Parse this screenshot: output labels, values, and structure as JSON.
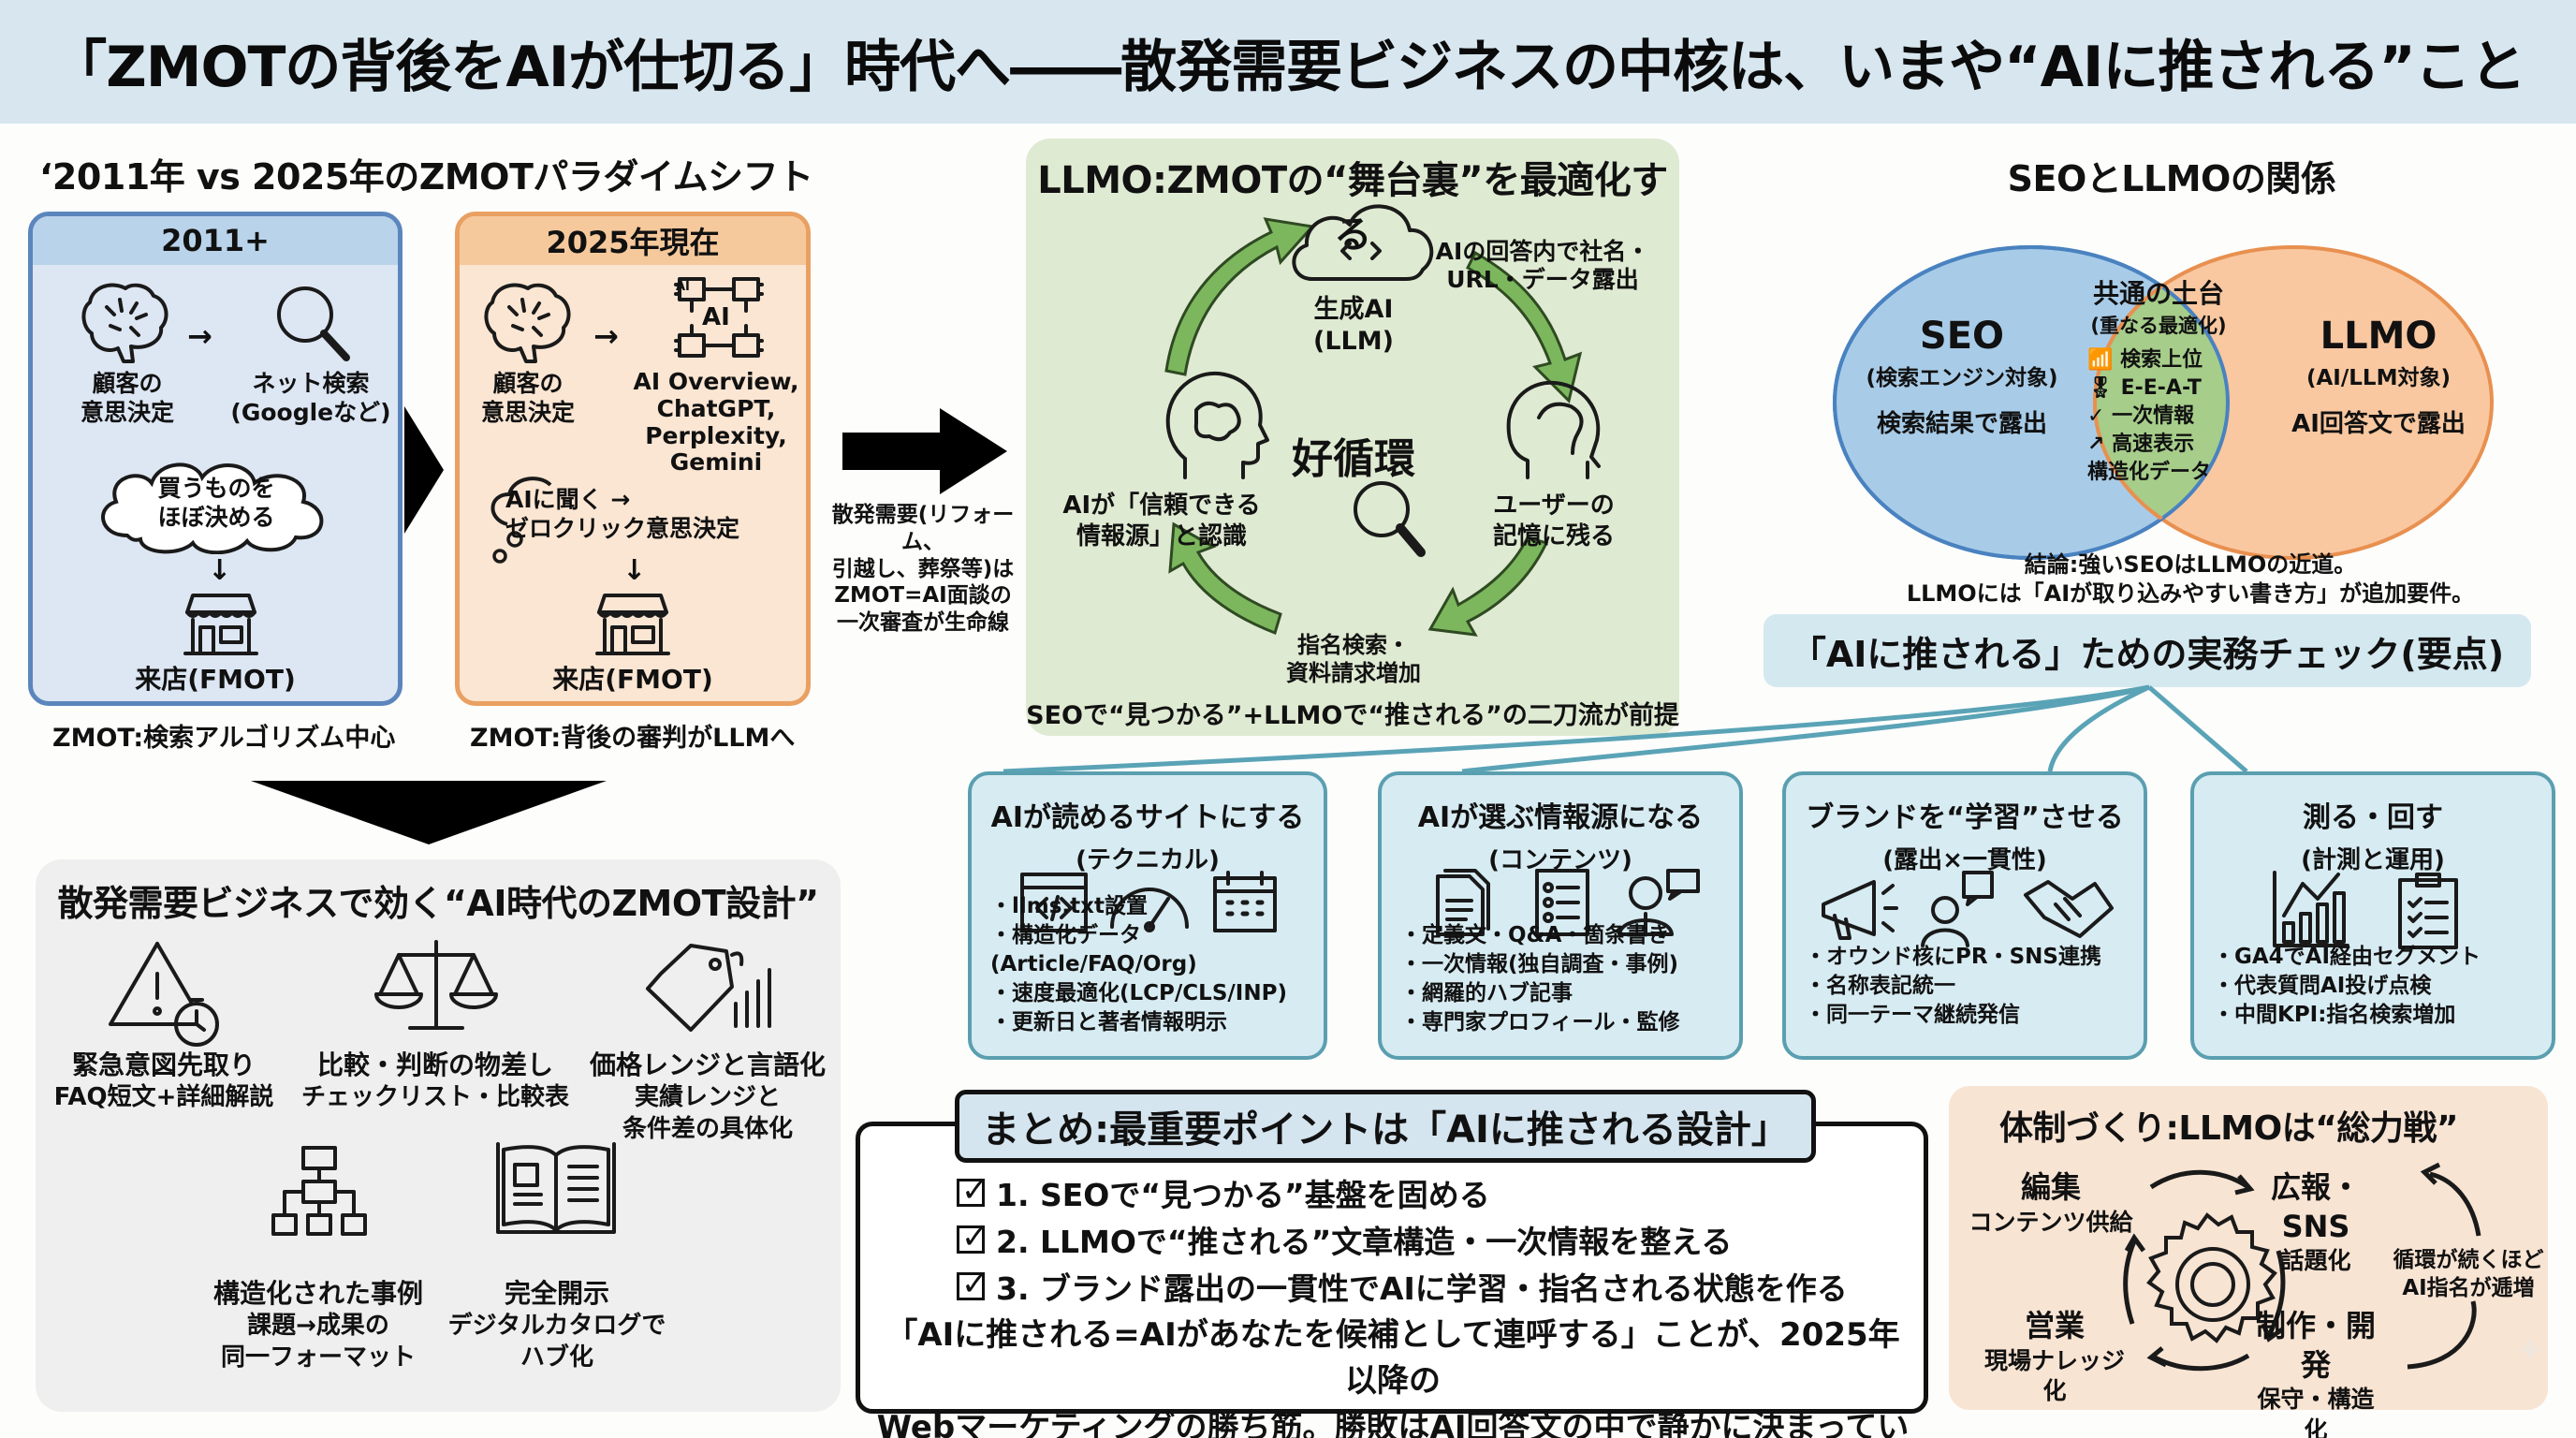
{
  "header": {
    "title": "「ZMOTの背後をAIが仕切る」時代へ――散発需要ビジネスの中核は、いまや“AIに推される”こと"
  },
  "paradigm": {
    "title": "‘2011年 vs 2025年のZMOTパラダイムシフト",
    "era_2011": {
      "header": "2011+",
      "decision_label": [
        "顧客の",
        "意思決定"
      ],
      "search_label": [
        "ネット検索",
        "(Googleなど)"
      ],
      "cloud_text": [
        "買うものを",
        "ほぼ決める"
      ],
      "store_label": "来店(FMOT)",
      "caption": "ZMOT:検索アルゴリズム中心"
    },
    "era_2025": {
      "header": "2025年現在",
      "decision_label": [
        "顧客の",
        "意思決定"
      ],
      "ai_chip_label": "AI",
      "ai_chip_small": "AI",
      "ai_tools": [
        "AI Overview,",
        "ChatGPT,",
        "Perplexity,",
        "Gemini"
      ],
      "thought_text": [
        "AIに聞く →",
        "ゼロクリック意思決定"
      ],
      "store_label": "来店(FMOT)",
      "caption": "ZMOT:背後の審判がLLMへ"
    },
    "bridge_text": [
      "散発需要(リフォーム、",
      "引越し、葬祭等)は",
      "ZMOT=AI面談の",
      "一次審査が生命線"
    ]
  },
  "llmo_cycle": {
    "title": "LLMO:ZMOTの“舞台裏”を最適化する",
    "center": "好循環",
    "nodes": {
      "gen_ai": [
        "生成AI",
        "(LLM)"
      ],
      "exposure": [
        "AIの回答内で社名・",
        "URL・データ露出"
      ],
      "memory": [
        "ユーザーの",
        "記憶に残る"
      ],
      "search": [
        "指名検索・",
        "資料請求増加"
      ],
      "trust": [
        "AIが「信頼できる",
        "情報源」と認識"
      ]
    },
    "footer": "SEOで“見つかる”+LLMOで“推される”の二刀流が前提",
    "arrow_color": "#7cb75e"
  },
  "venn": {
    "title": "SEOとLLMOの関係",
    "seo": {
      "name": "SEO",
      "target": "(検索エンジン対象)",
      "exposure": "検索結果で露出",
      "color": "#9ec7e6"
    },
    "llmo": {
      "name": "LLMO",
      "target": "(AI/LLM対象)",
      "exposure": "AI回答文で露出",
      "color": "#f7bc8f"
    },
    "overlap": {
      "title": "共通の土台",
      "subtitle": "(重なる最適化)",
      "items": [
        {
          "icon": "bar-chart-icon",
          "label": "検索上位"
        },
        {
          "icon": "award-icon",
          "label": "E-E-A-T"
        },
        {
          "icon": "check-circle-icon",
          "label": "一次情報"
        },
        {
          "icon": "rocket-icon",
          "label": "高速表示"
        },
        {
          "icon": "",
          "label": "構造化データ"
        }
      ],
      "color": "#a6cd8a"
    },
    "conclusion": [
      "結論:強いSEOはLLMOの近道。",
      "LLMOには「AIが取り込みやすい書き方」が追加要件。"
    ]
  },
  "checklist": {
    "title": "「AIに推される」ための実務チェック(要点)",
    "cards": [
      {
        "title": "AIが読めるサイトにする",
        "subtitle": "(テクニカル)",
        "icons": [
          "code-window-icon",
          "speedometer-icon",
          "calendar-icon"
        ],
        "items": [
          "llms.txt設置",
          "構造化データ(Article/FAQ/Org)",
          "速度最適化(LCP/CLS/INP)",
          "更新日と著者情報明示"
        ]
      },
      {
        "title": "AIが選ぶ情報源になる",
        "subtitle": "(コンテンツ)",
        "icons": [
          "documents-icon",
          "list-icon",
          "expert-icon"
        ],
        "items": [
          "定義文・Q&A・箇条書き",
          "一次情報(独自調査・事例)",
          "網羅的ハブ記事",
          "専門家プロフィール・監修"
        ]
      },
      {
        "title": "ブランドを“学習”させる",
        "subtitle": "(露出×一貫性)",
        "icons": [
          "megaphone-icon",
          "person-speech-icon",
          "handshake-icon"
        ],
        "items": [
          "オウンド核にPR・SNS連携",
          "名称表記統一",
          "同一テーマ継続発信"
        ]
      },
      {
        "title": "測る・回す",
        "subtitle": "(計測と運用)",
        "icons": [
          "growth-chart-icon",
          "clipboard-check-icon"
        ],
        "items": [
          "GA4でAI経由セグメント",
          "代表質問AI投げ点検",
          "中間KPI:指名検索増加"
        ]
      }
    ]
  },
  "zmot_design": {
    "title": "散発需要ビジネスで効く“AI時代のZMOT設計”",
    "items": [
      {
        "icon": "warning-timer-icon",
        "title": "緊急意図先取り",
        "lines": [
          "FAQ短文+詳細解説"
        ]
      },
      {
        "icon": "scales-icon",
        "title": "比較・判断の物差し",
        "lines": [
          "チェックリスト・比較表"
        ]
      },
      {
        "icon": "price-tag-icon",
        "title": "価格レンジと言語化",
        "lines": [
          "実績レンジと",
          "条件差の具体化"
        ]
      },
      {
        "icon": "flowchart-icon",
        "title": "構造化された事例",
        "lines": [
          "課題→成果の",
          "同一フォーマット"
        ]
      },
      {
        "icon": "open-book-icon",
        "title": "完全開示",
        "lines": [
          "デジタルカタログで",
          "ハブ化"
        ]
      }
    ]
  },
  "summary": {
    "title": "まとめ:最重要ポイントは「AIに推される設計」",
    "items": [
      "1. SEOで“見つかる”基盤を固める",
      "2. LLMOで“推される”文章構造・一次情報を整える",
      "3. ブランド露出の一貫性でAIに学習・指名される状態を作る"
    ],
    "conclusion": [
      "「AIに推される=AIがあなたを候補として連呼する」ことが、2025年以降の",
      "Webマーケティングの勝ち筋。勝敗はAI回答文の中で静かに決まっている。"
    ]
  },
  "team": {
    "title": "体制づくり:LLMOは“総力戦”",
    "roles": [
      {
        "name": "編集",
        "desc": "コンテンツ供給"
      },
      {
        "name": "広報・SNS",
        "desc": "話題化"
      },
      {
        "name": "制作・開発",
        "desc": "保守・構造化"
      },
      {
        "name": "営業",
        "desc": "現場ナレッジ化"
      }
    ],
    "side_note": [
      "循環が続くほど",
      "AI指名が逓増"
    ]
  }
}
